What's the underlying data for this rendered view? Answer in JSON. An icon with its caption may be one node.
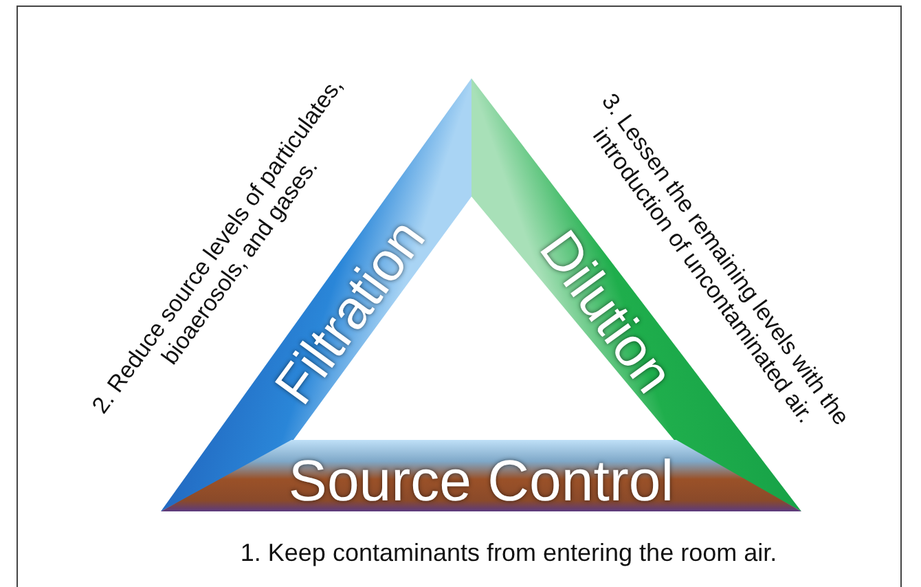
{
  "diagram": {
    "nodes": [
      {
        "text": [
          "Filtration"
        ],
        "beside": [
          "2. Reduce source levels of particulates, bioaerosols, and gases."
        ]
      },
      {
        "text": [
          "Dilution"
        ],
        "beside": [
          "3. Lessen the remaining levels with the introduction of uncontaminated air."
        ]
      },
      {
        "text": [
          "Source Control"
        ],
        "beside": [
          "1. Keep contaminants from entering the room air."
        ]
      }
    ]
  }
}
